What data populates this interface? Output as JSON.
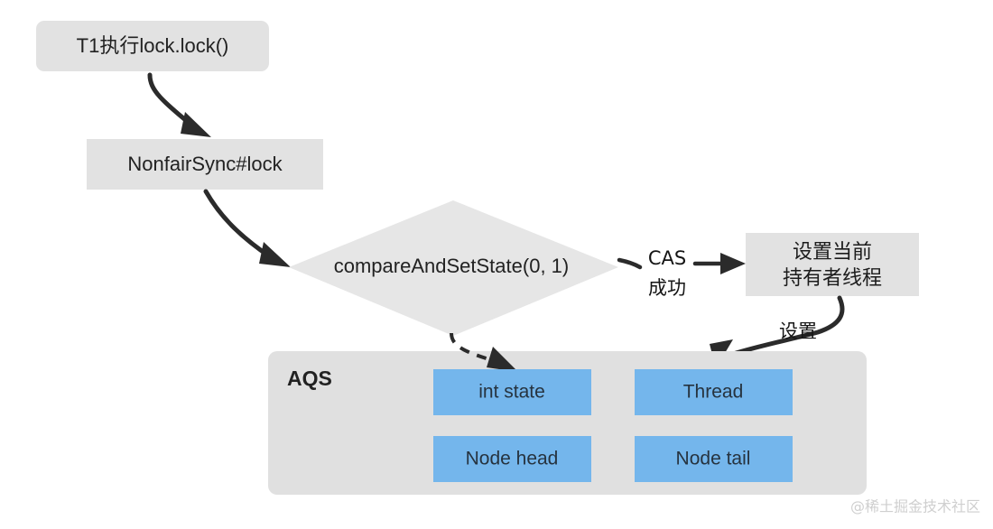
{
  "diagram": {
    "title": "AQS lock acquisition flow",
    "colors": {
      "node_fill": "#e2e2e2",
      "field_fill": "#74b6ec",
      "container_fill": "#e0e0e0",
      "edge_stroke": "#2b2b2b",
      "text": "#222222",
      "watermark": "#cfcfcf",
      "background": "#ffffff"
    },
    "nodes": [
      {
        "id": "start",
        "label": "T1执行lock.lock()",
        "shape": "rounded-rect"
      },
      {
        "id": "nonfair",
        "label": "NonfairSync#lock",
        "shape": "rect"
      },
      {
        "id": "cas",
        "label": "compareAndSetState(0, 1)",
        "shape": "diamond"
      },
      {
        "id": "owner",
        "label_line1": "设置当前",
        "label_line2": "持有者线程",
        "shape": "rect"
      }
    ],
    "edges": [
      {
        "id": "start-to-nonfair",
        "label": "",
        "style": "solid"
      },
      {
        "id": "nonfair-to-cas",
        "label": "",
        "style": "solid"
      },
      {
        "id": "cas-to-owner",
        "label_line1": "CAS",
        "label_line2": "成功",
        "style": "solid"
      },
      {
        "id": "cas-to-state",
        "label": "",
        "style": "dashed"
      },
      {
        "id": "owner-to-thread",
        "label": "设置",
        "style": "solid"
      }
    ],
    "container": {
      "id": "aqs",
      "label": "AQS",
      "fields": [
        {
          "id": "int-state",
          "label": "int state",
          "row": 0,
          "col": 0
        },
        {
          "id": "thread",
          "label": "Thread",
          "row": 0,
          "col": 1
        },
        {
          "id": "node-head",
          "label": "Node head",
          "row": 1,
          "col": 0
        },
        {
          "id": "node-tail",
          "label": "Node tail",
          "row": 1,
          "col": 1
        }
      ]
    },
    "watermark": "@稀土掘金技术社区"
  }
}
